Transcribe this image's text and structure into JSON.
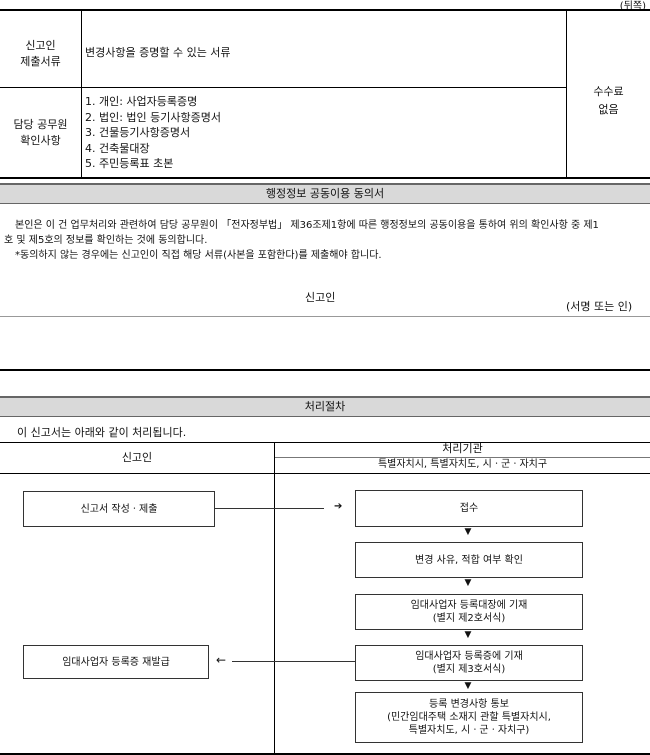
{
  "page_side": "(뒤쪽)",
  "docs": {
    "applicant_label": "신고인\n제출서류",
    "applicant_value": "변경사항을 증명할 수 있는 서류",
    "official_label": "담당 공무원\n확인사항",
    "official_items": [
      "1. 개인: 사업자등록증명",
      "2. 법인: 법인 등기사항증명서",
      "3. 건물등기사항증명서",
      "4. 건축물대장",
      "5. 주민등록표 초본"
    ],
    "fee": "수수료\n없음"
  },
  "consent": {
    "title": "행정정보 공동이용 동의서",
    "body_line1": "본인은 이 건 업무처리와 관련하여 담당 공무원이 「전자정부법」 제36조제1항에 따른 행정정보의 공동이용을 통하여 위의 확인사항 중 제1",
    "body_line2": "호 및 제5호의 정보를 확인하는 것에 동의합니다.",
    "note": "*동의하지 않는 경우에는 신고인이 직접 해당 서류(사본을 포함한다)를 제출해야 합니다.",
    "signer": "신고인",
    "sign_hint": "(서명 또는 인)"
  },
  "procedure": {
    "title": "처리절차",
    "intro": "이 신고서는 아래와 같이 처리됩니다.",
    "col_applicant": "신고인",
    "col_agency": "처리기관",
    "col_agency_sub": "특별자치시, 특별자치도, 시ㆍ군ㆍ자치구",
    "left_step1": "신고서 작성ㆍ제출",
    "left_step2": "임대사업자 등록증 재발급",
    "right_steps": [
      "접수",
      "변경 사유, 적합 여부 확인",
      "임대사업자 등록대장에 기재\n(별지 제2호서식)",
      "임대사업자 등록증에 기재\n(별지 제3호서식)",
      "등록 변경사항 통보\n(민간임대주택 소재지 관할 특별자치시,\n특별자치도, 시ㆍ군ㆍ자치구)"
    ],
    "arrow_right": "➔",
    "arrow_left": "←",
    "arrow_down": "▼"
  }
}
